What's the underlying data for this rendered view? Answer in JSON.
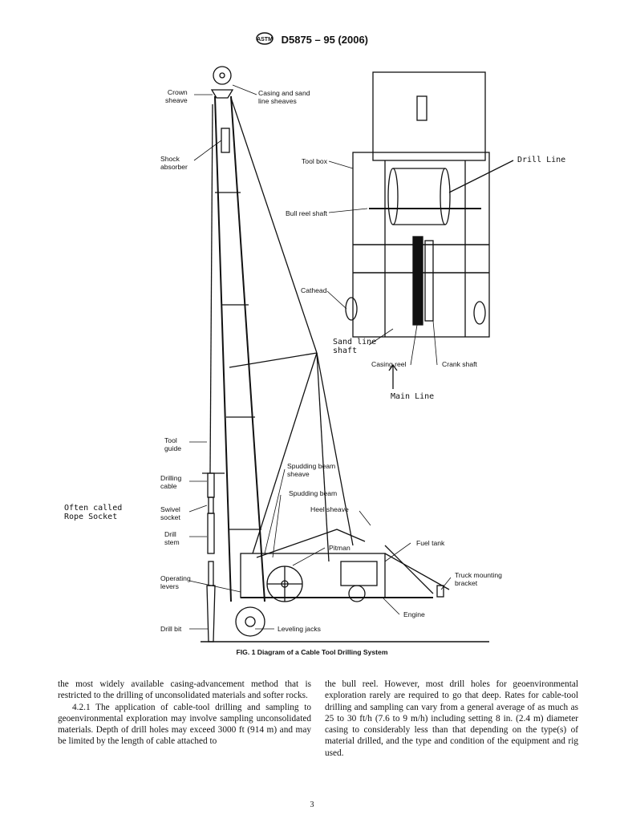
{
  "header": {
    "designation": "D5875 – 95 (2006)",
    "logo_icon": "astm-logo-icon"
  },
  "figure": {
    "caption": "FIG. 1 Diagram of a Cable Tool Drilling System",
    "labels": {
      "crown_sheave": "Crown\nsheave",
      "casing_sand_sheaves": "Casing and sand\nline sheaves",
      "shock_absorber": "Shock\nabsorber",
      "tool_box": "Tool box",
      "drill_line": "Drill Line",
      "bull_reel_shaft": "Bull reel shaft",
      "cathead": "Cathead",
      "sand_line_shaft": "Sand line\nshaft",
      "casing_reel": "Casing reel",
      "crank_shaft": "Crank shaft",
      "main_line": "Main Line",
      "tool_guide": "Tool\nguide",
      "drilling_cable": "Drilling\ncable",
      "often_called": "Often called\nRope Socket",
      "swivel_socket": "Swivel\nsocket",
      "drill_stem": "Drill\nstem",
      "spudding_beam_sheave": "Spudding beam\nsheave",
      "spudding_beam": "Spudding beam",
      "heel_sheave": "Heel sheave",
      "pitman": "Pitman",
      "fuel_tank": "Fuel tank",
      "truck_mounting_bracket": "Truck mounting\nbracket",
      "operating_levers": "Operating\nlevers",
      "drill_bit": "Drill bit",
      "leveling_jacks": "Leveling jacks",
      "engine": "Engine"
    }
  },
  "body": {
    "left_para1": "the most widely available casing-advancement method that is restricted to the drilling of unconsolidated materials and softer rocks.",
    "left_para2": "4.2.1 The application of cable-tool drilling and sampling to geoenvironmental exploration may involve sampling unconsolidated materials. Depth of drill holes may exceed 3000 ft (914 m) and may be limited by the length of cable attached to",
    "right_para1": "the bull reel. However, most drill holes for geoenvironmental exploration rarely are required to go that deep. Rates for cable-tool drilling and sampling can vary from a general average of as much as 25 to 30 ft/h (7.6 to 9 m/h) including setting 8 in. (2.4 m) diameter casing to considerably less than that depending on the type(s) of material drilled, and the type and condition of the equipment and rig used."
  },
  "page_number": "3"
}
